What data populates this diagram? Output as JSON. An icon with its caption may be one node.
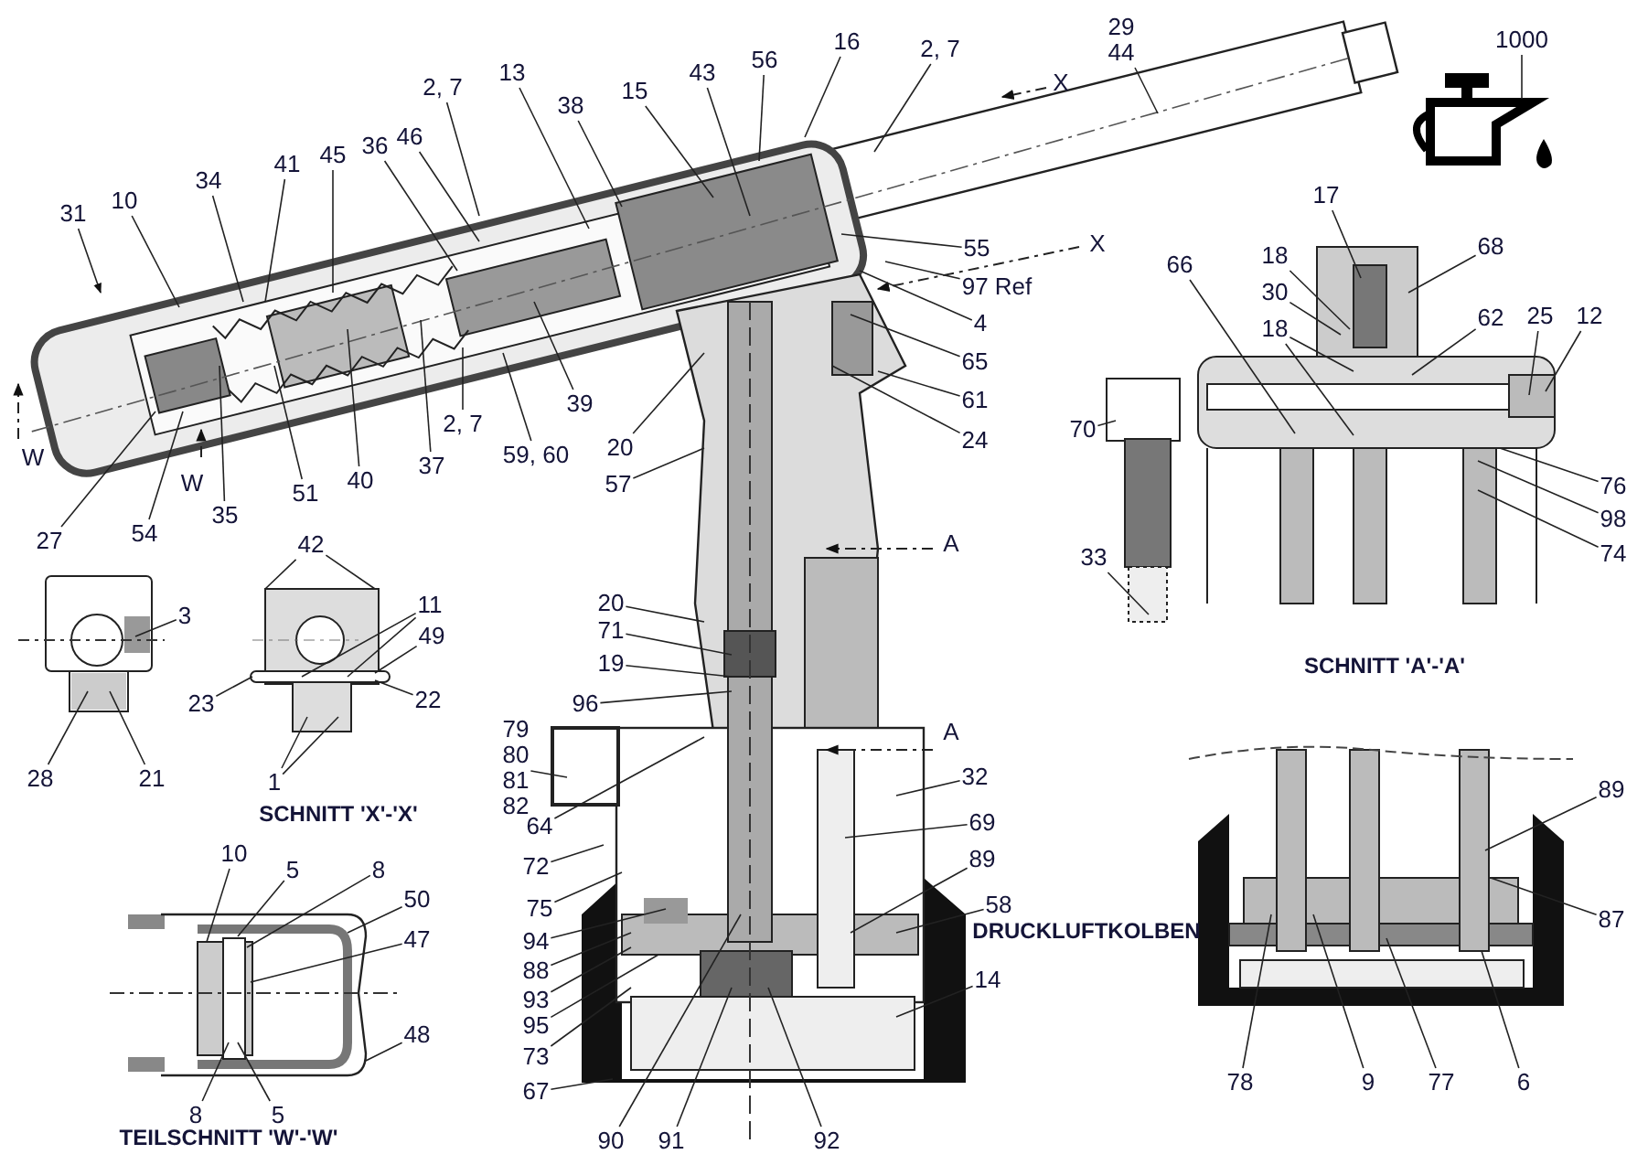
{
  "diagram": {
    "nodes": [
      {
        "text": [
          "31"
        ]
      },
      {
        "text": [
          "10"
        ]
      },
      {
        "text": [
          "34"
        ]
      },
      {
        "text": [
          "41"
        ]
      },
      {
        "text": [
          "45"
        ]
      },
      {
        "text": [
          "36"
        ]
      },
      {
        "text": [
          "46"
        ]
      },
      {
        "text": [
          "2, 7"
        ]
      },
      {
        "text": [
          "13"
        ]
      },
      {
        "text": [
          "38"
        ]
      },
      {
        "text": [
          "15"
        ]
      },
      {
        "text": [
          "43"
        ]
      },
      {
        "text": [
          "56"
        ]
      },
      {
        "text": [
          "16"
        ]
      },
      {
        "text": [
          "2, 7"
        ]
      },
      {
        "text": [
          "29 44"
        ]
      },
      {
        "text": [
          "1000"
        ]
      },
      {
        "text": [
          "55"
        ]
      },
      {
        "text": [
          "97 Ref"
        ]
      },
      {
        "text": [
          "4"
        ]
      },
      {
        "text": [
          "65"
        ]
      },
      {
        "text": [
          "61"
        ]
      },
      {
        "text": [
          "24"
        ]
      },
      {
        "text": [
          "17"
        ]
      },
      {
        "text": [
          "18"
        ]
      },
      {
        "text": [
          "68"
        ]
      },
      {
        "text": [
          "30"
        ]
      },
      {
        "text": [
          "18"
        ]
      },
      {
        "text": [
          "62"
        ]
      },
      {
        "text": [
          "25"
        ]
      },
      {
        "text": [
          "12"
        ]
      },
      {
        "text": [
          "66"
        ]
      },
      {
        "text": [
          "70"
        ]
      },
      {
        "text": [
          "76"
        ]
      },
      {
        "text": [
          "98"
        ]
      },
      {
        "text": [
          "74"
        ]
      },
      {
        "text": [
          "33"
        ]
      },
      {
        "text": [
          "27"
        ]
      },
      {
        "text": [
          "54"
        ]
      },
      {
        "text": [
          "35"
        ]
      },
      {
        "text": [
          "51"
        ]
      },
      {
        "text": [
          "40"
        ]
      },
      {
        "text": [
          "37"
        ]
      },
      {
        "text": [
          "2, 7"
        ]
      },
      {
        "text": [
          "59, 60"
        ]
      },
      {
        "text": [
          "39"
        ]
      },
      {
        "text": [
          "20"
        ]
      },
      {
        "text": [
          "57"
        ]
      },
      {
        "text": [
          "3"
        ]
      },
      {
        "text": [
          "42"
        ]
      },
      {
        "text": [
          "11"
        ]
      },
      {
        "text": [
          "49"
        ]
      },
      {
        "text": [
          "23"
        ]
      },
      {
        "text": [
          "22"
        ]
      },
      {
        "text": [
          "1"
        ]
      },
      {
        "text": [
          "28"
        ]
      },
      {
        "text": [
          "21"
        ]
      },
      {
        "text": [
          "10"
        ]
      },
      {
        "text": [
          "5"
        ]
      },
      {
        "text": [
          "8"
        ]
      },
      {
        "text": [
          "50"
        ]
      },
      {
        "text": [
          "47"
        ]
      },
      {
        "text": [
          "48"
        ]
      },
      {
        "text": [
          "8"
        ]
      },
      {
        "text": [
          "5"
        ]
      },
      {
        "text": [
          "20"
        ]
      },
      {
        "text": [
          "71"
        ]
      },
      {
        "text": [
          "19"
        ]
      },
      {
        "text": [
          "96"
        ]
      },
      {
        "text": [
          "79 80 81 82"
        ]
      },
      {
        "text": [
          "64"
        ]
      },
      {
        "text": [
          "72"
        ]
      },
      {
        "text": [
          "75"
        ]
      },
      {
        "text": [
          "94"
        ]
      },
      {
        "text": [
          "88"
        ]
      },
      {
        "text": [
          "93"
        ]
      },
      {
        "text": [
          "95"
        ]
      },
      {
        "text": [
          "73"
        ]
      },
      {
        "text": [
          "67"
        ]
      },
      {
        "text": [
          "32"
        ]
      },
      {
        "text": [
          "69"
        ]
      },
      {
        "text": [
          "89"
        ]
      },
      {
        "text": [
          "58"
        ]
      },
      {
        "text": [
          "14"
        ]
      },
      {
        "text": [
          "90"
        ]
      },
      {
        "text": [
          "91"
        ]
      },
      {
        "text": [
          "92"
        ]
      },
      {
        "text": [
          "89"
        ]
      },
      {
        "text": [
          "87"
        ]
      },
      {
        "text": [
          "78"
        ]
      },
      {
        "text": [
          "9"
        ]
      },
      {
        "text": [
          "77"
        ]
      },
      {
        "text": [
          "6"
        ]
      }
    ],
    "edges": [
      {
        "from": 0,
        "to": null,
        "arrow": "to"
      },
      {
        "from": 1,
        "to": null,
        "arrow": "none"
      },
      {
        "from": 2,
        "to": null,
        "arrow": "none"
      },
      {
        "from": 3,
        "to": null,
        "arrow": "none"
      },
      {
        "from": 4,
        "to": null,
        "arrow": "none"
      },
      {
        "from": 5,
        "to": null,
        "arrow": "none"
      },
      {
        "from": 6,
        "to": null,
        "arrow": "none"
      },
      {
        "from": 7,
        "to": null,
        "arrow": "none"
      },
      {
        "from": 8,
        "to": null,
        "arrow": "none"
      },
      {
        "from": 9,
        "to": null,
        "arrow": "none"
      },
      {
        "from": 10,
        "to": null,
        "arrow": "none"
      },
      {
        "from": 11,
        "to": null,
        "arrow": "none"
      },
      {
        "from": 12,
        "to": null,
        "arrow": "none"
      },
      {
        "from": 13,
        "to": null,
        "arrow": "none"
      },
      {
        "from": 14,
        "to": null,
        "arrow": "none"
      },
      {
        "from": 15,
        "to": null,
        "arrow": "none"
      },
      {
        "from": 16,
        "to": null,
        "arrow": "none"
      },
      {
        "from": 17,
        "to": null,
        "arrow": "none"
      },
      {
        "from": 18,
        "to": null,
        "arrow": "none"
      },
      {
        "from": 19,
        "to": null,
        "arrow": "none"
      },
      {
        "from": 20,
        "to": null,
        "arrow": "none"
      },
      {
        "from": 21,
        "to": null,
        "arrow": "none"
      },
      {
        "from": 22,
        "to": null,
        "arrow": "none"
      },
      {
        "from": 23,
        "to": null,
        "arrow": "none"
      },
      {
        "from": 24,
        "to": null,
        "arrow": "none"
      },
      {
        "from": 25,
        "to": null,
        "arrow": "none"
      },
      {
        "from": 26,
        "to": null,
        "arrow": "none"
      },
      {
        "from": 27,
        "to": null,
        "arrow": "none"
      },
      {
        "from": 27,
        "to": null,
        "arrow": "none"
      },
      {
        "from": 28,
        "to": null,
        "arrow": "none"
      },
      {
        "from": 29,
        "to": null,
        "arrow": "none"
      },
      {
        "from": 30,
        "to": null,
        "arrow": "none"
      },
      {
        "from": 31,
        "to": null,
        "arrow": "none"
      },
      {
        "from": 32,
        "to": null,
        "arrow": "none"
      },
      {
        "from": 33,
        "to": null,
        "arrow": "none"
      },
      {
        "from": 34,
        "to": null,
        "arrow": "none"
      },
      {
        "from": 35,
        "to": null,
        "arrow": "none"
      },
      {
        "from": 36,
        "to": null,
        "arrow": "none"
      },
      {
        "from": 37,
        "to": null,
        "arrow": "none"
      },
      {
        "from": 38,
        "to": null,
        "arrow": "none"
      },
      {
        "from": 39,
        "to": null,
        "arrow": "none"
      },
      {
        "from": 40,
        "to": null,
        "arrow": "none"
      },
      {
        "from": 41,
        "to": null,
        "arrow": "none"
      },
      {
        "from": 42,
        "to": null,
        "arrow": "none"
      },
      {
        "from": 43,
        "to": null,
        "arrow": "none"
      },
      {
        "from": 44,
        "to": null,
        "arrow": "none"
      },
      {
        "from": 45,
        "to": null,
        "arrow": "none"
      },
      {
        "from": 46,
        "to": null,
        "arrow": "none"
      },
      {
        "from": 47,
        "to": null,
        "arrow": "none"
      },
      {
        "from": 48,
        "to": null,
        "arrow": "none"
      },
      {
        "from": 49,
        "to": null,
        "arrow": "none"
      },
      {
        "from": 49,
        "to": null,
        "arrow": "none"
      },
      {
        "from": 50,
        "to": null,
        "arrow": "none"
      },
      {
        "from": 50,
        "to": null,
        "arrow": "none"
      },
      {
        "from": 51,
        "to": null,
        "arrow": "none"
      },
      {
        "from": 52,
        "to": null,
        "arrow": "none"
      },
      {
        "from": 53,
        "to": null,
        "arrow": "none"
      },
      {
        "from": 54,
        "to": null,
        "arrow": "none"
      },
      {
        "from": 54,
        "to": null,
        "arrow": "none"
      },
      {
        "from": 55,
        "to": null,
        "arrow": "none"
      },
      {
        "from": 56,
        "to": null,
        "arrow": "none"
      },
      {
        "from": 57,
        "to": null,
        "arrow": "none"
      },
      {
        "from": 58,
        "to": null,
        "arrow": "none"
      },
      {
        "from": 59,
        "to": null,
        "arrow": "none"
      },
      {
        "from": 60,
        "to": null,
        "arrow": "none"
      },
      {
        "from": 61,
        "to": null,
        "arrow": "none"
      },
      {
        "from": 62,
        "to": null,
        "arrow": "none"
      },
      {
        "from": 63,
        "to": null,
        "arrow": "none"
      },
      {
        "from": 64,
        "to": null,
        "arrow": "none"
      },
      {
        "from": 65,
        "to": null,
        "arrow": "none"
      },
      {
        "from": 66,
        "to": null,
        "arrow": "none"
      },
      {
        "from": 67,
        "to": null,
        "arrow": "none"
      },
      {
        "from": 68,
        "to": null,
        "arrow": "none"
      },
      {
        "from": 69,
        "to": null,
        "arrow": "none"
      },
      {
        "from": 70,
        "to": null,
        "arrow": "none"
      },
      {
        "from": 71,
        "to": null,
        "arrow": "none"
      },
      {
        "from": 72,
        "to": null,
        "arrow": "none"
      },
      {
        "from": 73,
        "to": null,
        "arrow": "none"
      },
      {
        "from": 74,
        "to": null,
        "arrow": "none"
      },
      {
        "from": 75,
        "to": null,
        "arrow": "none"
      },
      {
        "from": 76,
        "to": null,
        "arrow": "none"
      },
      {
        "from": 77,
        "to": null,
        "arrow": "none"
      },
      {
        "from": 78,
        "to": null,
        "arrow": "none"
      },
      {
        "from": 79,
        "to": null,
        "arrow": "none"
      },
      {
        "from": 80,
        "to": null,
        "arrow": "none"
      },
      {
        "from": 81,
        "to": null,
        "arrow": "none"
      },
      {
        "from": 82,
        "to": null,
        "arrow": "none"
      },
      {
        "from": 83,
        "to": null,
        "arrow": "none"
      },
      {
        "from": 84,
        "to": null,
        "arrow": "none"
      },
      {
        "from": 85,
        "to": null,
        "arrow": "none"
      },
      {
        "from": 86,
        "to": null,
        "arrow": "none"
      },
      {
        "from": 87,
        "to": null,
        "arrow": "none"
      },
      {
        "from": 88,
        "to": null,
        "arrow": "none"
      },
      {
        "from": 89,
        "to": null,
        "arrow": "none"
      },
      {
        "from": 90,
        "to": null,
        "arrow": "none"
      },
      {
        "from": 91,
        "to": null,
        "arrow": "none"
      },
      {
        "from": 92,
        "to": null,
        "arrow": "none"
      }
    ],
    "labels": [
      "X",
      "X",
      "W",
      "W",
      "A",
      "A",
      "DRUCKLUFTKOLBEN",
      "SCHNITT 'X'-'X'",
      "TEILSCHNITT 'W'-'W'",
      "SCHNITT 'A'-'A'"
    ]
  }
}
